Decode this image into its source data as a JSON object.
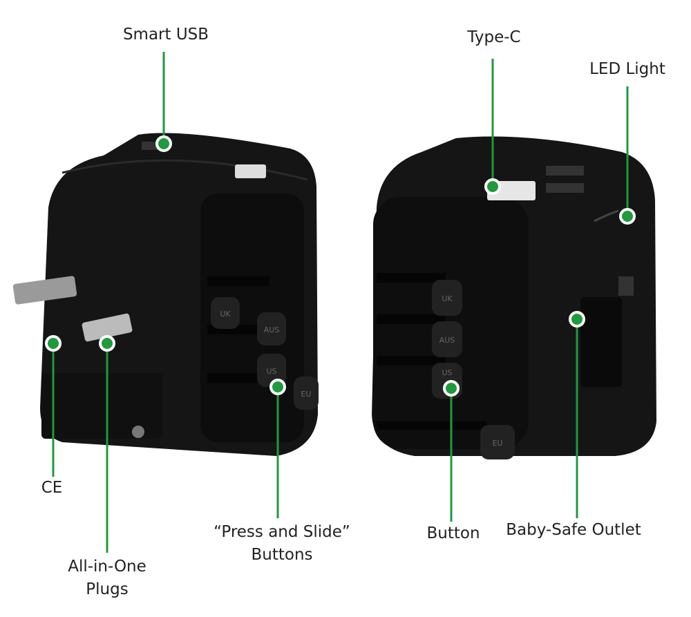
{
  "accent_color": "#1f9a3c",
  "callouts": {
    "smart_usb": "Smart USB",
    "type_c": "Type-C",
    "led_light": "LED Light",
    "ce": "CE",
    "all_in_one_line1": "All-in-One",
    "all_in_one_line2": "Plugs",
    "press_slide_line1": "“Press and Slide”",
    "press_slide_line2": "Buttons",
    "button": "Button",
    "baby_safe_outlet": "Baby-Safe Outlet"
  },
  "device_markings": {
    "slider_uk": "UK",
    "slider_aus": "AUS",
    "slider_us": "US",
    "slider_eu": "EU"
  }
}
